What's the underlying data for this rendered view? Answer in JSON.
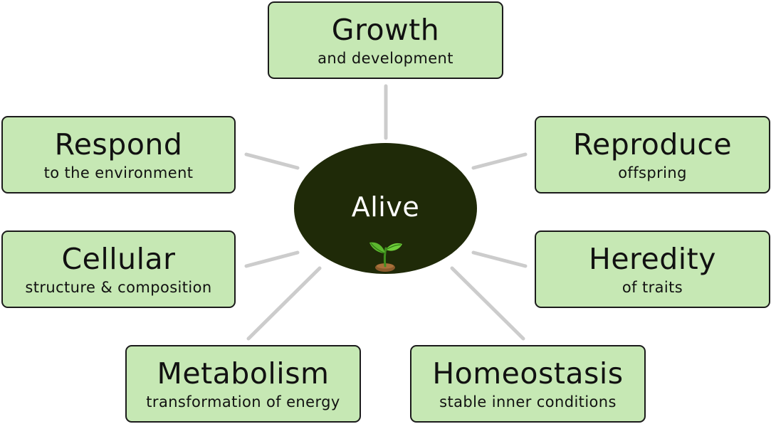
{
  "center": {
    "label": "Alive",
    "icon": "seedling-icon"
  },
  "nodes": {
    "growth": {
      "title": "Growth",
      "subtitle": "and development"
    },
    "respond": {
      "title": "Respond",
      "subtitle": "to the environment"
    },
    "reproduce": {
      "title": "Reproduce",
      "subtitle": "offspring"
    },
    "cellular": {
      "title": "Cellular",
      "subtitle": "structure & composition"
    },
    "heredity": {
      "title": "Heredity",
      "subtitle": "of traits"
    },
    "metabolism": {
      "title": "Metabolism",
      "subtitle": "transformation of energy"
    },
    "homeostasis": {
      "title": "Homeostasis",
      "subtitle": "stable inner conditions"
    }
  },
  "colors": {
    "box_fill": "#c6e8b4",
    "box_border": "#1b1b1b",
    "hub_fill": "#1f2a08",
    "connector": "#cccccc"
  }
}
